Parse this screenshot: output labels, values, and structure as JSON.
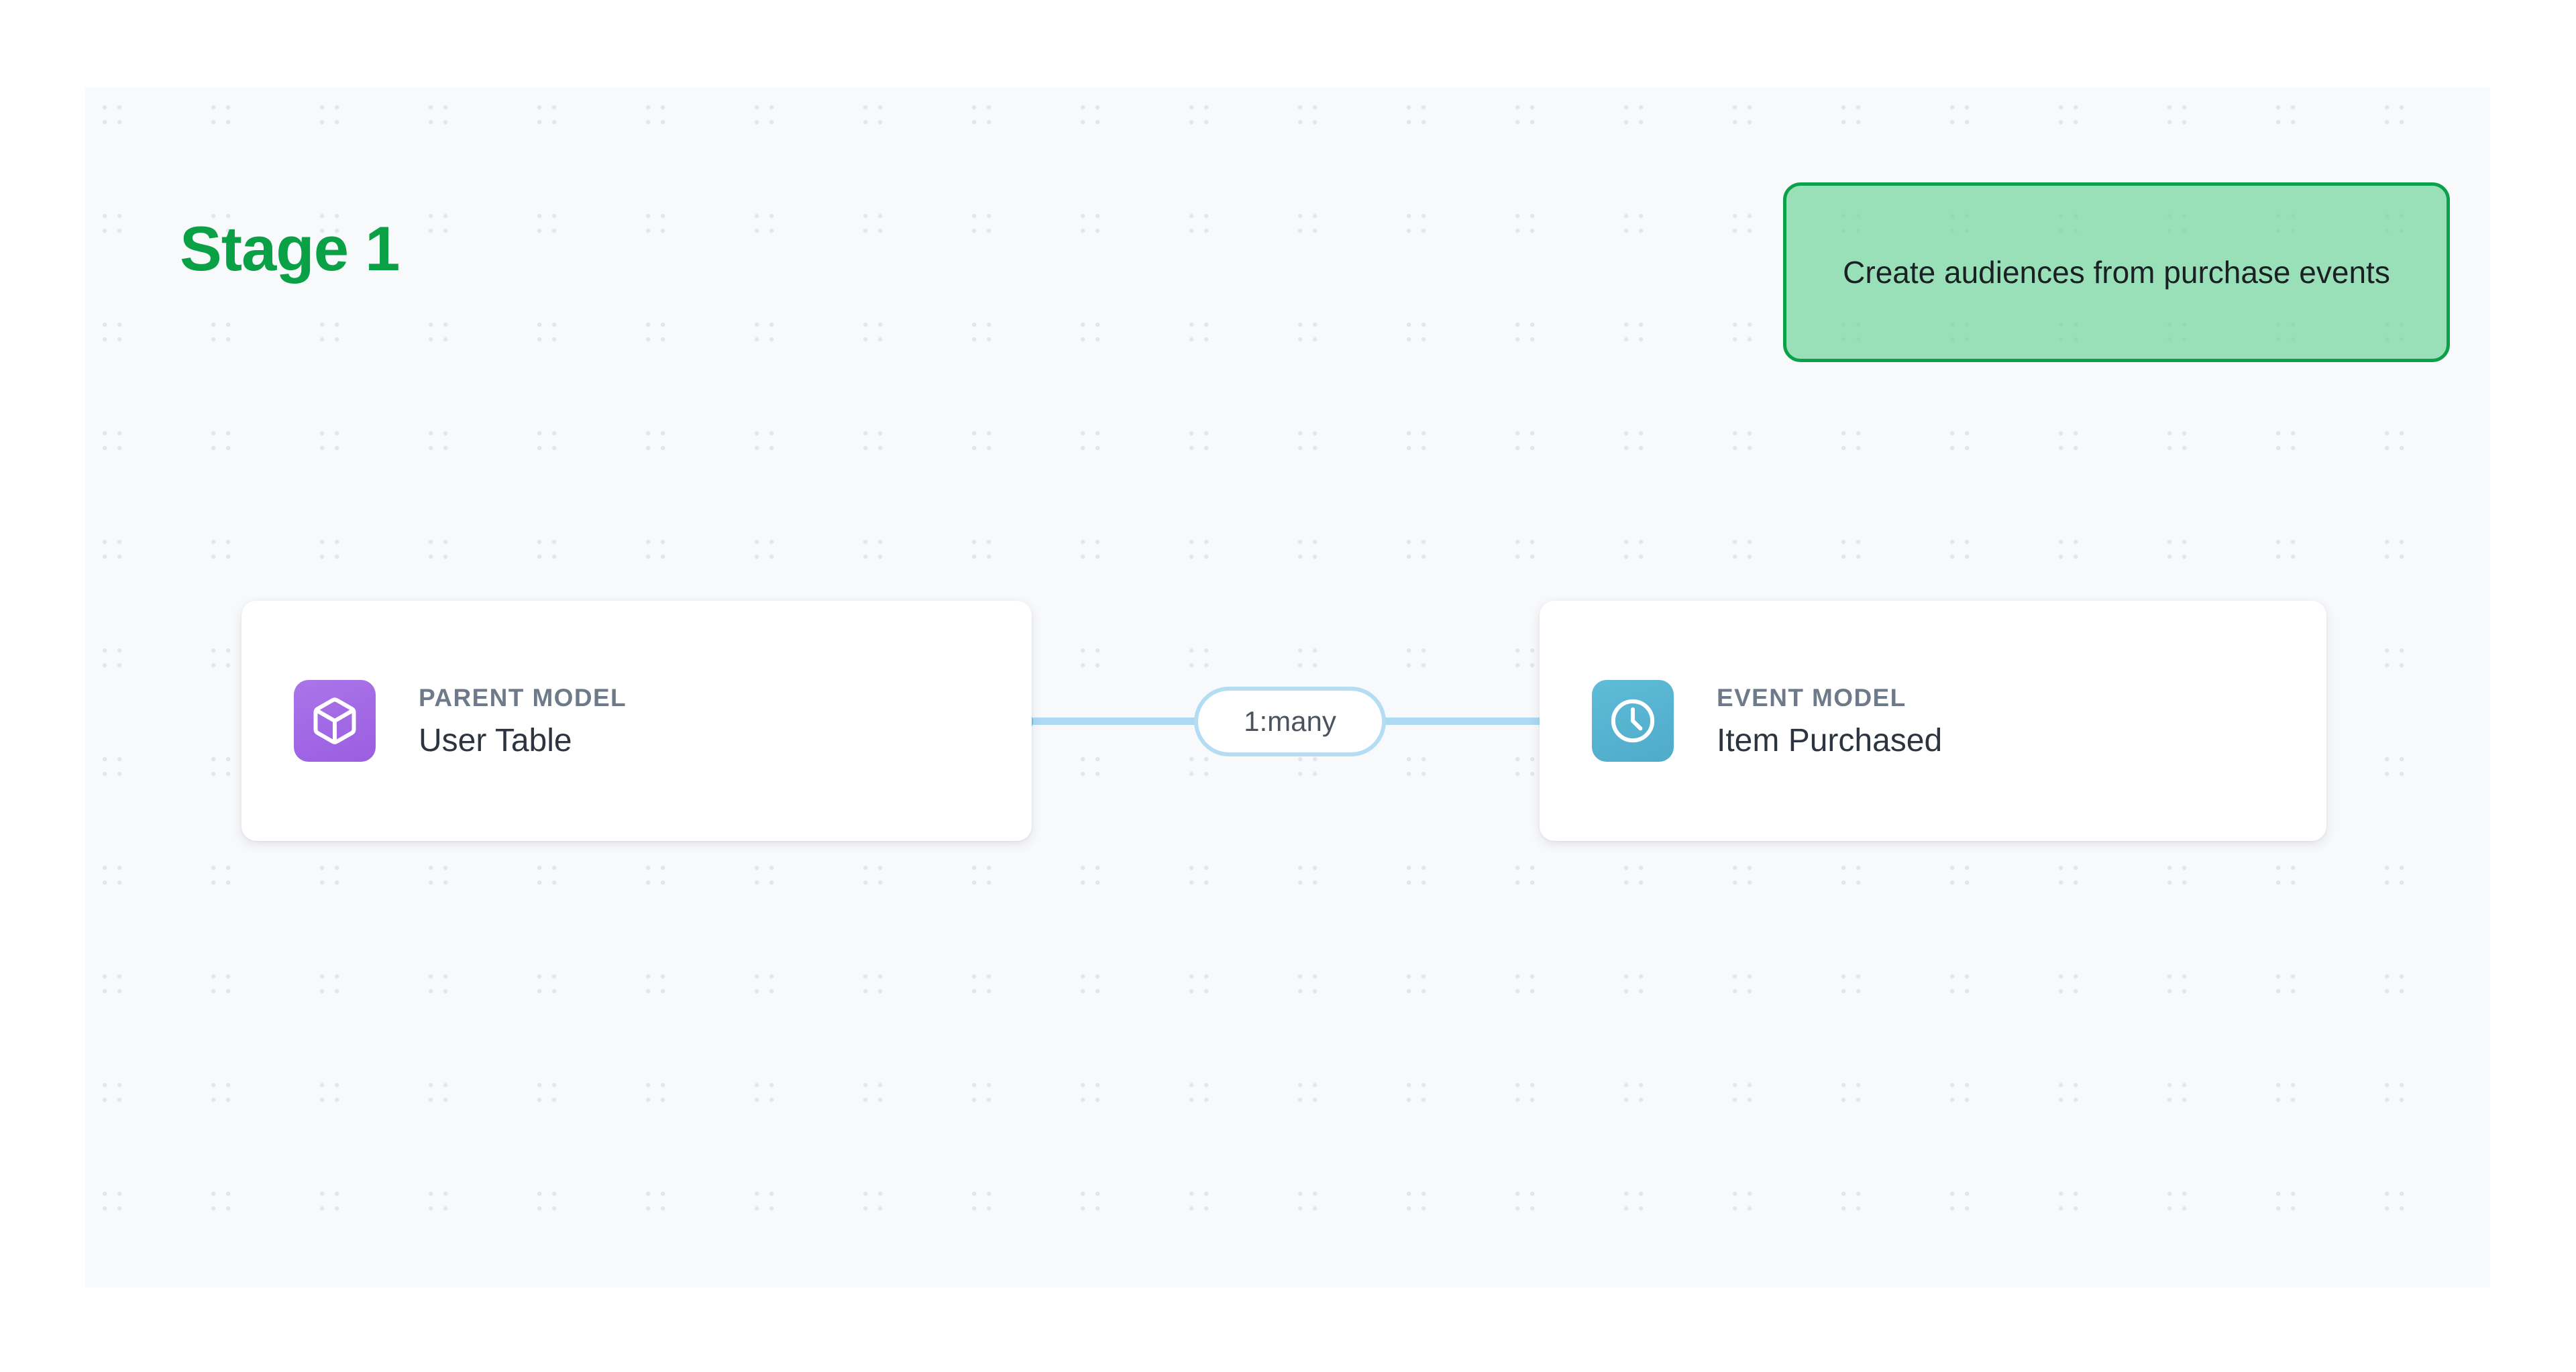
{
  "stage": {
    "title": "Stage 1",
    "color": "#0aa045"
  },
  "annotation": {
    "text": "Create audiences from purchase events",
    "fill_color": "#75d69e",
    "border_color": "#0ba14b"
  },
  "nodes": [
    {
      "kicker": "PARENT MODEL",
      "title": "User Table",
      "icon": "cube-icon",
      "icon_color": "#a66de8"
    },
    {
      "kicker": "EVENT MODEL",
      "title": "Item Purchased",
      "icon": "clock-icon",
      "icon_color": "#5bb7d4"
    }
  ],
  "edge": {
    "cardinality_label": "1:many",
    "line_color": "#add9f2",
    "handle_color": "#7ec1e8"
  }
}
